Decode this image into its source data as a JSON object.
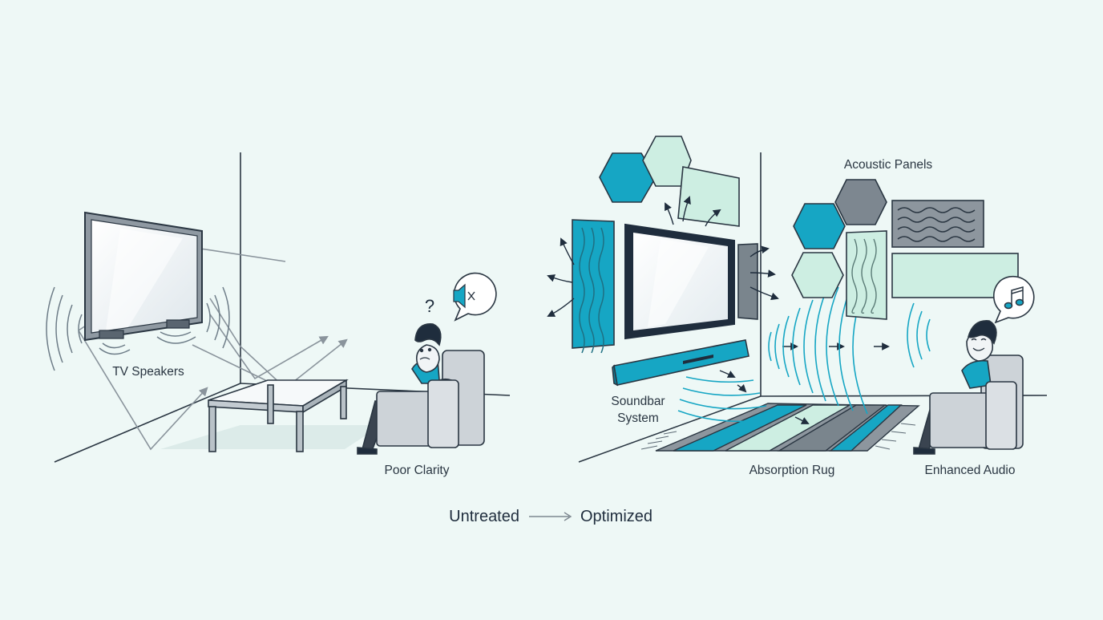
{
  "labels": {
    "tv_speakers": "TV Speakers",
    "poor_clarity": "Poor Clarity",
    "acoustic_panels": "Acoustic Panels",
    "soundbar_line1": "Soundbar",
    "soundbar_line2": "System",
    "absorption_rug": "Absorption Rug",
    "enhanced_audio": "Enhanced Audio",
    "question_mark": "?"
  },
  "caption": {
    "before": "Untreated",
    "after": "Optimized"
  },
  "icons": {
    "muted": "speaker-muted-icon",
    "music": "music-note-icon",
    "flow": "arrow-right-icon"
  },
  "colors": {
    "background": "#eef8f6",
    "ink": "#1f2d3d",
    "teal": "#16a6c4",
    "mint": "#cdeee2",
    "slate": "#7d8790",
    "sofa": "#cdd3d8"
  }
}
